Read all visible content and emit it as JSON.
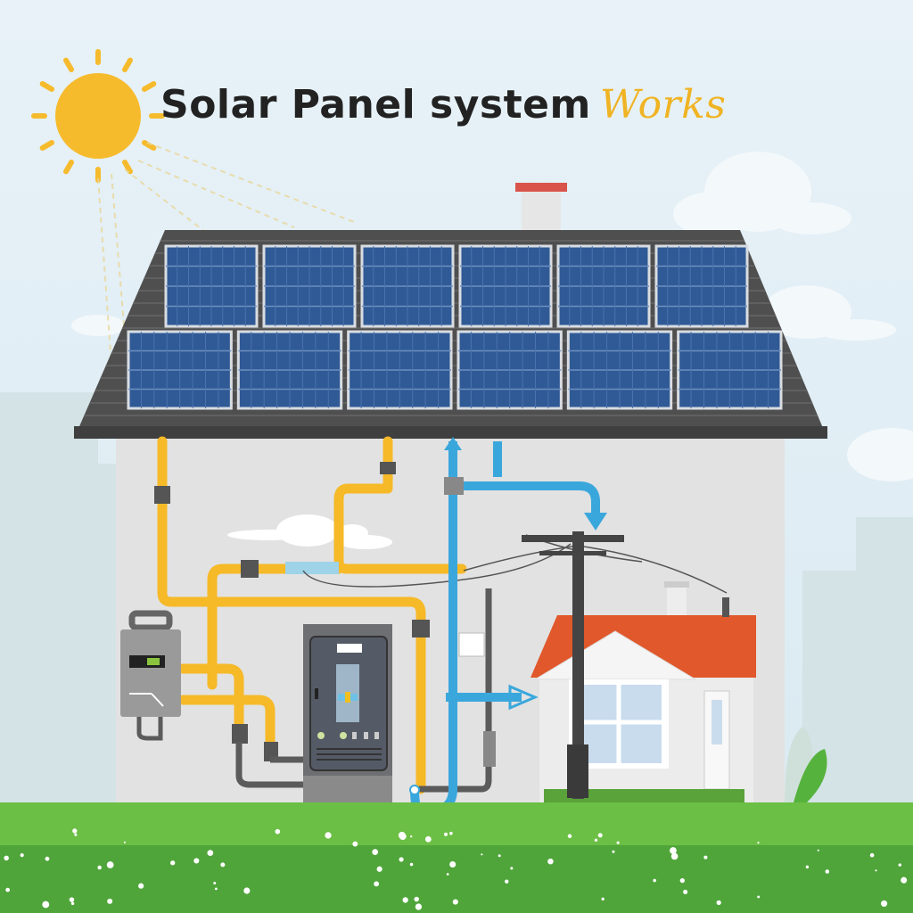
{
  "title": {
    "main": "Solar Panel system",
    "accent": "Works"
  },
  "colors": {
    "sky": "#e6f1f7",
    "sun": "#f6bb2d",
    "roof": "#555555",
    "panel": "#2f5a96",
    "wall": "#e2e2e2",
    "dc_pipe": "#f6b928",
    "ac_pipe": "#3aa7dc",
    "grass": "#6cbf45",
    "grass_dark": "#4fa53a",
    "house_roof": "#e0582b"
  },
  "panels": {
    "rows": 2,
    "columns": 6
  }
}
